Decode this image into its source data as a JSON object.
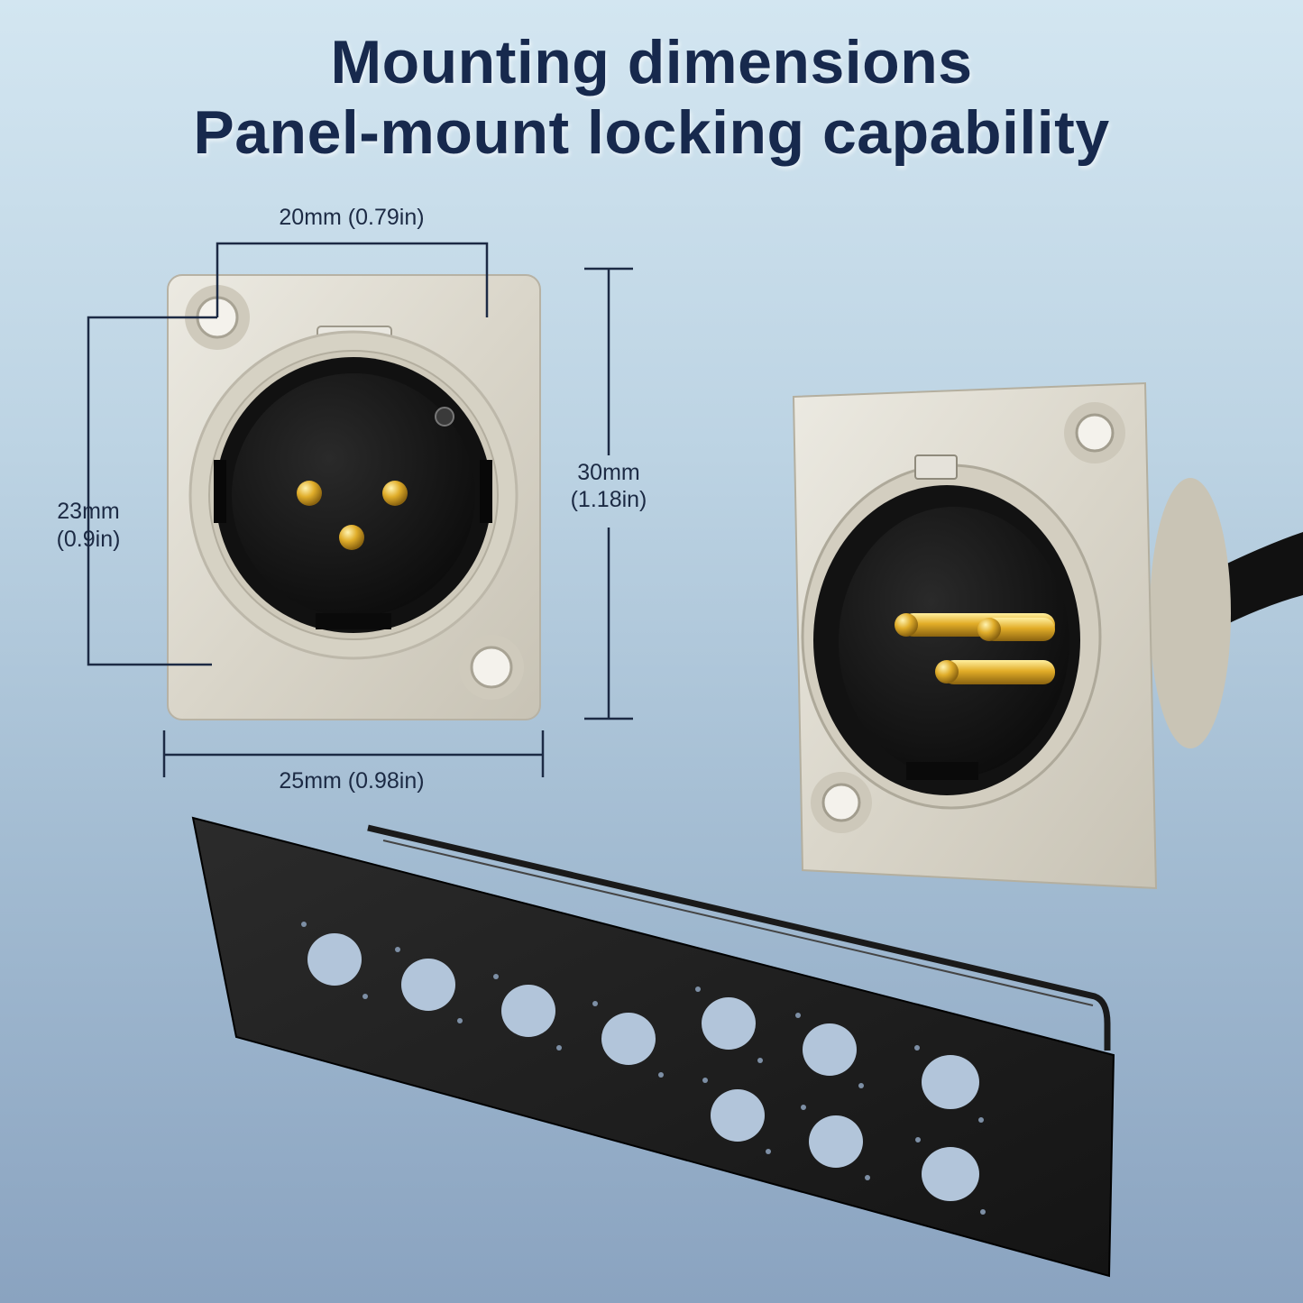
{
  "heading": {
    "line1": "Mounting dimensions",
    "line2": "Panel-mount locking capability"
  },
  "dimensions": {
    "hole_spacing_horizontal": "20mm (0.79in)",
    "hole_spacing_vertical_mm": "23mm",
    "hole_spacing_vertical_in": "(0.9in)",
    "height_mm": "30mm",
    "height_in": "(1.18in)",
    "width": "25mm (0.98in)"
  },
  "colors": {
    "title": "#17294d",
    "dimension_lines": "#1c2a44",
    "flange": "#dcd8cc",
    "pins": "#d9a521",
    "panel": "#1a1a1a"
  },
  "icons": [
    "xlr-front-view-image",
    "xlr-angled-view-image",
    "rack-panel-image"
  ]
}
